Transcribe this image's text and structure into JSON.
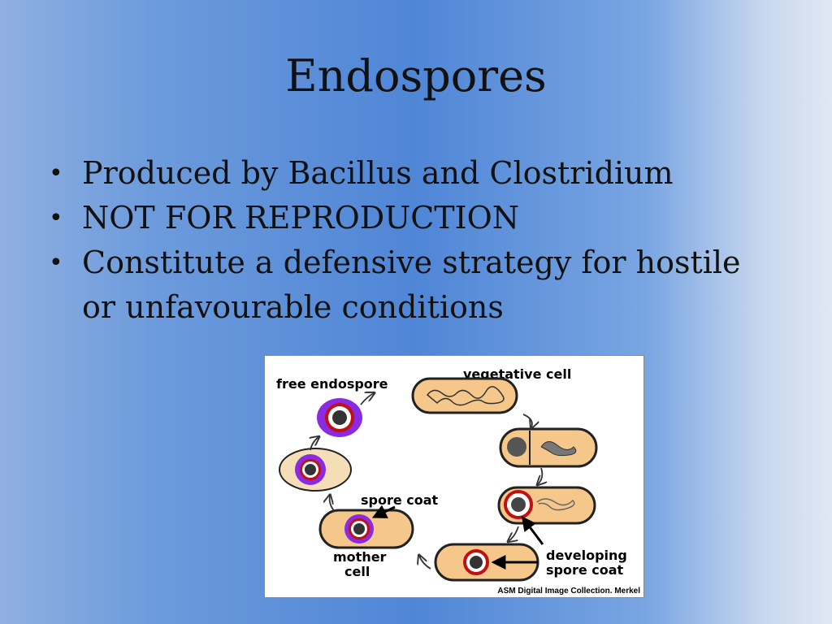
{
  "slide": {
    "title": "Endospores",
    "bullets": [
      {
        "text": "Produced by Bacillus and Clostridium"
      },
      {
        "text": "NOT FOR REPRODUCTION"
      },
      {
        "text": "Constitute a defensive strategy for hostile or unfavourable conditions"
      }
    ]
  },
  "figure": {
    "labels": {
      "free_endospore": "free endospore",
      "vegetative_cell": "vegetative cell",
      "spore_coat": "spore coat",
      "mother": "mother",
      "cell": "cell",
      "developing": "developing",
      "developing_spore_coat": "spore coat"
    },
    "credit": "ASM Digital Image Collection. Merkel"
  },
  "colors": {
    "cell_fill": "#f5c78b",
    "spore_purple": "#8a2be2",
    "spore_red": "#c01010"
  }
}
